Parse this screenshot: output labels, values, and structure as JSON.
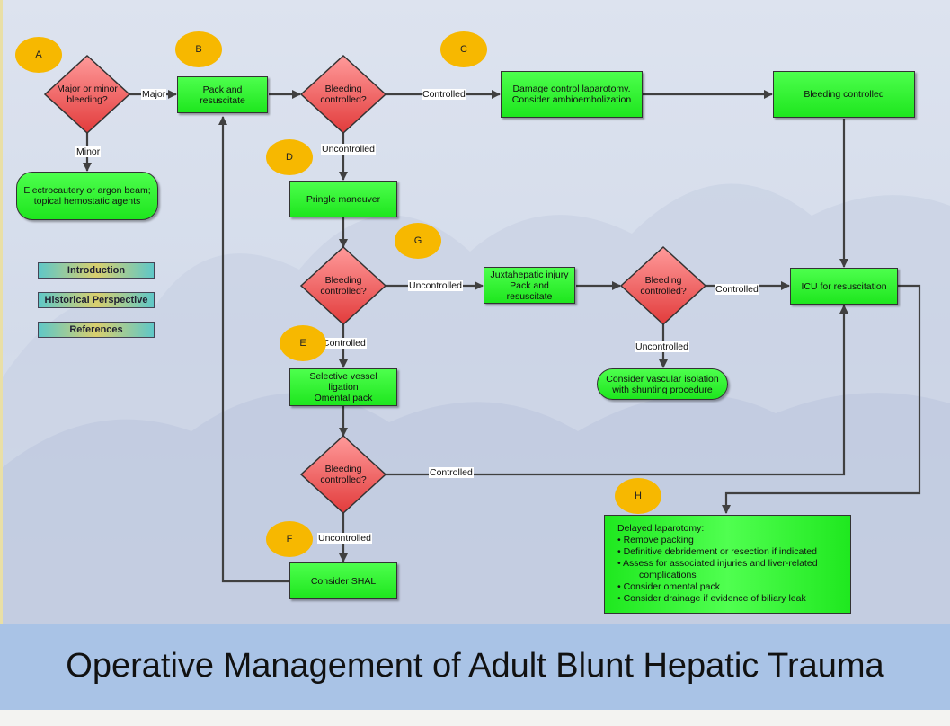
{
  "nodes": {
    "q_major_minor": "Major or minor bleeding?",
    "pack_resuscitate": "Pack and resuscitate",
    "q_bleeding_1": "Bleeding controlled?",
    "damage_control": "Damage control laparotomy. Consider ambioembolization",
    "bleeding_controlled": "Bleeding controlled",
    "electrocautery": "Electrocautery or argon beam; topical hemostatic agents",
    "pringle": "Pringle maneuver",
    "q_bleeding_2": "Bleeding controlled?",
    "juxtahepatic_l1": "Juxtahepatic injury",
    "juxtahepatic_l2": "Pack and resuscitate",
    "q_bleeding_3": "Bleeding controlled?",
    "icu": "ICU for resuscitation",
    "vascular_isolation": "Consider vascular isolation with shunting procedure",
    "selective_ligation_l1": "Selective vessel ligation",
    "selective_ligation_l2": "Omental pack",
    "q_bleeding_4": "Bleeding controlled?",
    "shal": "Consider SHAL"
  },
  "delayed_laparotomy": {
    "title": "Delayed laparotomy:",
    "items": [
      "• Remove packing",
      "• Definitive debridement or resection if indicated",
      "• Assess for associated injuries and liver-related",
      "complications",
      "• Consider omental pack",
      "• Consider drainage if evidence of biliary leak"
    ]
  },
  "edge_labels": {
    "major": "Major",
    "minor": "Minor",
    "controlled_1": "Controlled",
    "uncontrolled_1": "Uncontrolled",
    "uncontrolled_2": "Uncontrolled",
    "controlled_2": "Controlled",
    "controlled_3": "Controlled",
    "uncontrolled_3": "Uncontrolled",
    "controlled_4": "Controlled",
    "uncontrolled_4": "Uncontrolled"
  },
  "markers": [
    "A",
    "B",
    "C",
    "D",
    "E",
    "F",
    "G",
    "H"
  ],
  "nav": [
    "Introduction",
    "Historical Perspective",
    "References"
  ],
  "title": "Operative Management of Adult Blunt Hepatic Trauma",
  "colors": {
    "box_green": "#22ee22",
    "diamond_red": "#ee5a5a",
    "marker": "#f7b800",
    "footer": "#a9c3e6",
    "arrow": "#404040"
  }
}
